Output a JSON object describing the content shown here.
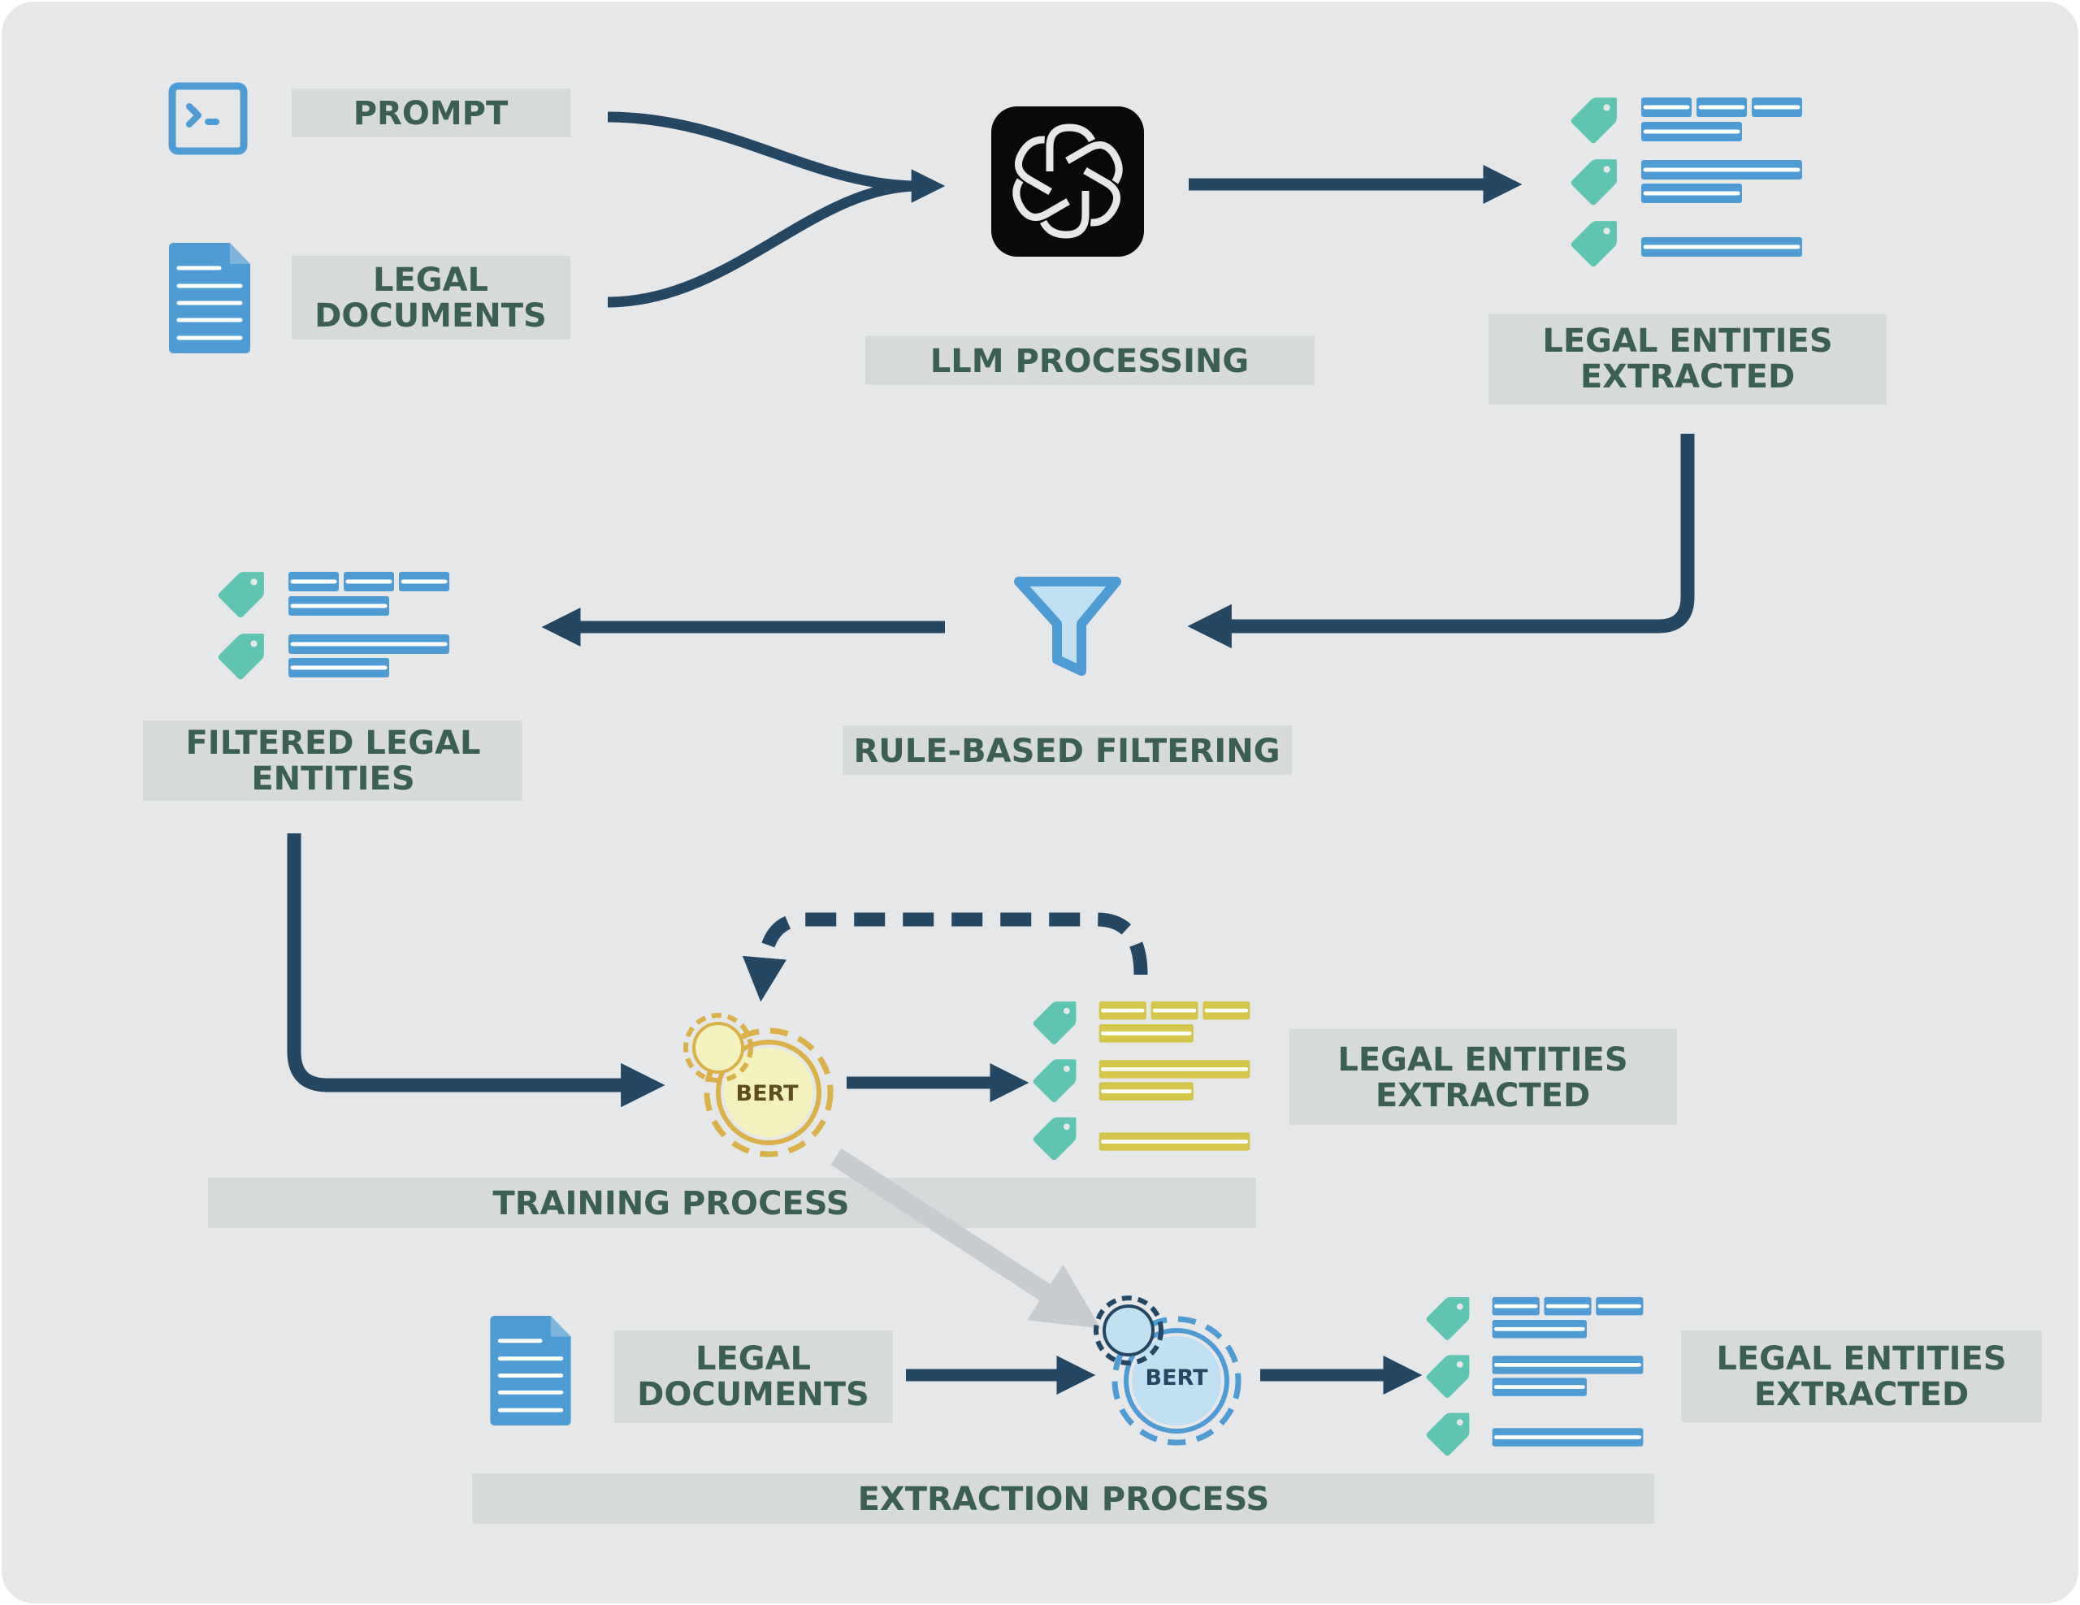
{
  "title": "LLM-assisted legal entity extraction pipeline",
  "colors": {
    "background": "#e6e7e9",
    "label_box": "#d6dadb",
    "label_text": "#3c5f55",
    "arrow": "#244764",
    "icon_blue": "#4f9bd3",
    "icon_blue_light": "#c1e0f2",
    "tag_green": "#5fc5b2",
    "bar_yellow": "#d4c64a",
    "gear_gold": "#d9b04a",
    "gear_gold_fill": "#f3f1c0",
    "gear_dark": "#244764",
    "openai_bg": "#0a0908",
    "gray_arrow": "#c8ccce"
  },
  "stage1": {
    "inputs": [
      {
        "icon": "terminal-prompt-icon",
        "label": "PROMPT"
      },
      {
        "icon": "document-icon",
        "label_lines": [
          "LEGAL",
          "DOCUMENTS"
        ]
      }
    ],
    "model": {
      "icon": "openai-logo-icon",
      "label": "LLM PROCESSING"
    },
    "output": {
      "icon": "entity-list-icon",
      "label_lines": [
        "LEGAL ENTITIES",
        "EXTRACTED"
      ]
    }
  },
  "stage2": {
    "filter": {
      "icon": "funnel-icon",
      "label": "RULE-BASED FILTERING"
    },
    "output": {
      "icon": "entity-list-icon",
      "label_lines": [
        "FILTERED LEGAL",
        "ENTITIES"
      ]
    }
  },
  "training": {
    "model": {
      "icon": "gears-icon",
      "name": "BERT"
    },
    "output": {
      "icon": "entity-list-icon-yellow",
      "label_lines": [
        "LEGAL ENTITIES",
        "EXTRACTED"
      ]
    },
    "section_label": "TRAINING PROCESS"
  },
  "extraction": {
    "input": {
      "icon": "document-icon",
      "label_lines": [
        "LEGAL",
        "DOCUMENTS"
      ]
    },
    "model": {
      "icon": "gears-icon",
      "name": "BERT"
    },
    "output": {
      "icon": "entity-list-icon",
      "label_lines": [
        "LEGAL ENTITIES",
        "EXTRACTED"
      ]
    },
    "section_label": "EXTRACTION PROCESS"
  }
}
